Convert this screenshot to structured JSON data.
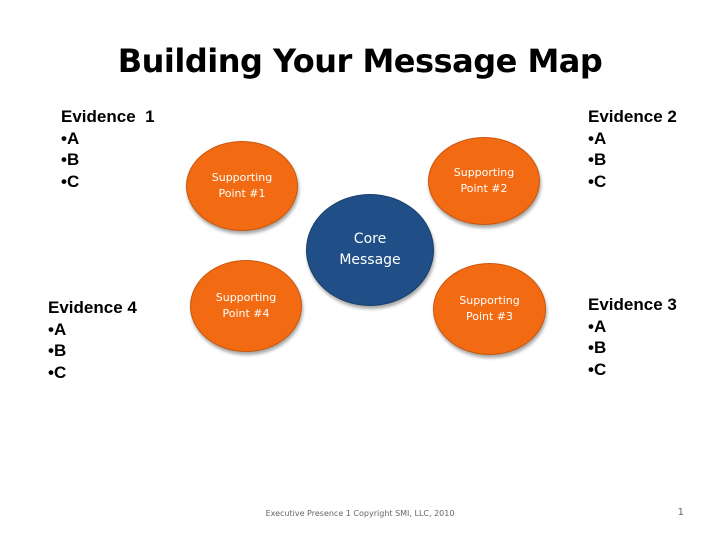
{
  "title": "Building Your Message Map",
  "core": {
    "line1": "Core",
    "line2": "Message"
  },
  "supporting_points": [
    {
      "line1": "Supporting",
      "line2": "Point #1"
    },
    {
      "line1": "Supporting",
      "line2": "Point #2"
    },
    {
      "line1": "Supporting",
      "line2": "Point #3"
    },
    {
      "line1": "Supporting",
      "line2": "Point #4"
    }
  ],
  "evidence": [
    {
      "heading": "Evidence  1",
      "items": [
        "A",
        "B",
        "C"
      ]
    },
    {
      "heading": "Evidence 2",
      "items": [
        "A",
        "B",
        "C"
      ]
    },
    {
      "heading": "Evidence 3",
      "items": [
        "A",
        "B",
        "C"
      ]
    },
    {
      "heading": "Evidence 4",
      "items": [
        "A",
        "B",
        "C"
      ]
    }
  ],
  "footer": "Executive Presence 1  Copyright SMI, LLC, 2010",
  "page_number": "1",
  "colors": {
    "supporting_fill": "#f26b12",
    "core_fill": "#1f4f86",
    "text_on_shapes": "#ffffff"
  }
}
